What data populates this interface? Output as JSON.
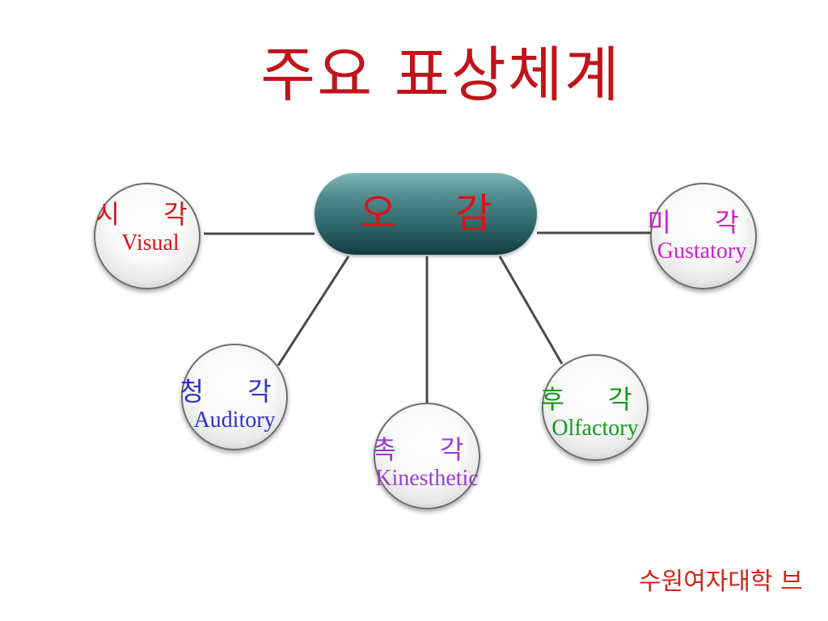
{
  "title": "주요 표상체계",
  "hub": {
    "label": "오 감"
  },
  "nodes": [
    {
      "id": "visual",
      "korean": "시 각",
      "english": "Visual",
      "color": "#d8141b"
    },
    {
      "id": "auditory",
      "korean": "청 각",
      "english": "Auditory",
      "color": "#2f2fd0"
    },
    {
      "id": "kinesthetic",
      "korean": "촉 각",
      "english": "Kinesthetic",
      "color": "#9a3cd6"
    },
    {
      "id": "olfactory",
      "korean": "후 각",
      "english": "Olfactory",
      "color": "#119a1a"
    },
    {
      "id": "gustatory",
      "korean": "미 각",
      "english": "Gustatory",
      "color": "#d21ecf"
    }
  ],
  "footer": "수원여자대학 브"
}
